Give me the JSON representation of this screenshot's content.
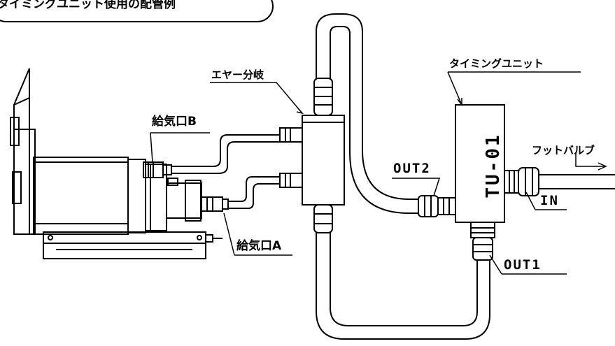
{
  "title": "タイミングユニット使用の配管例",
  "labels": {
    "air_branch": "エヤー分岐",
    "timing_unit": "タイミングユニット",
    "supply_port_b": "給気口B",
    "supply_port_a": "給気口A",
    "out2": "OUT2",
    "out1": "OUT1",
    "in": "IN",
    "foot_valve": "フットバルブ",
    "unit_model": "TU-01"
  }
}
